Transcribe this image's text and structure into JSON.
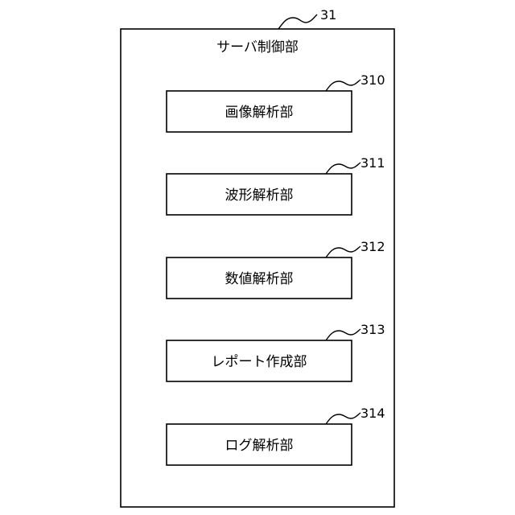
{
  "container": {
    "ref": "31",
    "title": "サーバ制御部"
  },
  "units": [
    {
      "ref": "310",
      "label": "画像解析部"
    },
    {
      "ref": "311",
      "label": "波形解析部"
    },
    {
      "ref": "312",
      "label": "数値解析部"
    },
    {
      "ref": "313",
      "label": "レポート作成部"
    },
    {
      "ref": "314",
      "label": "ログ解析部"
    }
  ]
}
